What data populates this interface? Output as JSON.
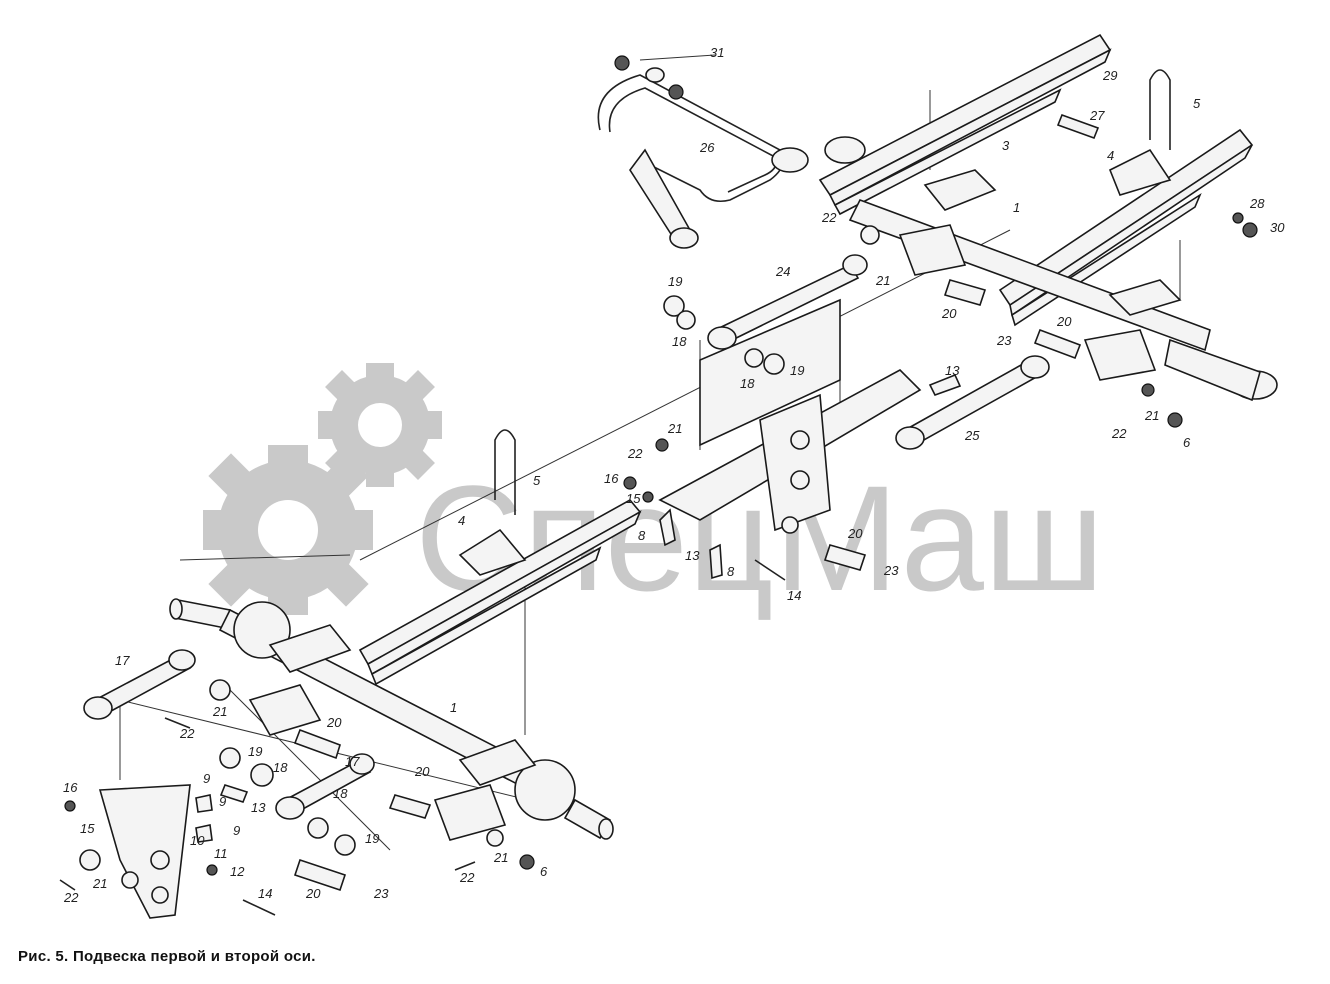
{
  "caption": "Рис. 5. Подвеска первой и второй оси.",
  "watermark": {
    "text": "СпецМаш",
    "color": "#c9c9c9"
  },
  "labels": {
    "n1": "1",
    "n3": "3",
    "n4": "4",
    "n5": "5",
    "n6": "6",
    "n8": "8",
    "n9": "9",
    "n10": "10",
    "n11": "11",
    "n12": "12",
    "n13": "13",
    "n14": "14",
    "n15": "15",
    "n16": "16",
    "n17": "17",
    "n18": "18",
    "n19": "19",
    "n20": "20",
    "n21": "21",
    "n22": "22",
    "n23": "23",
    "n24": "24",
    "n25": "25",
    "n26": "26",
    "n27": "27",
    "n28": "28",
    "n29": "29",
    "n30": "30",
    "n31": "31"
  }
}
